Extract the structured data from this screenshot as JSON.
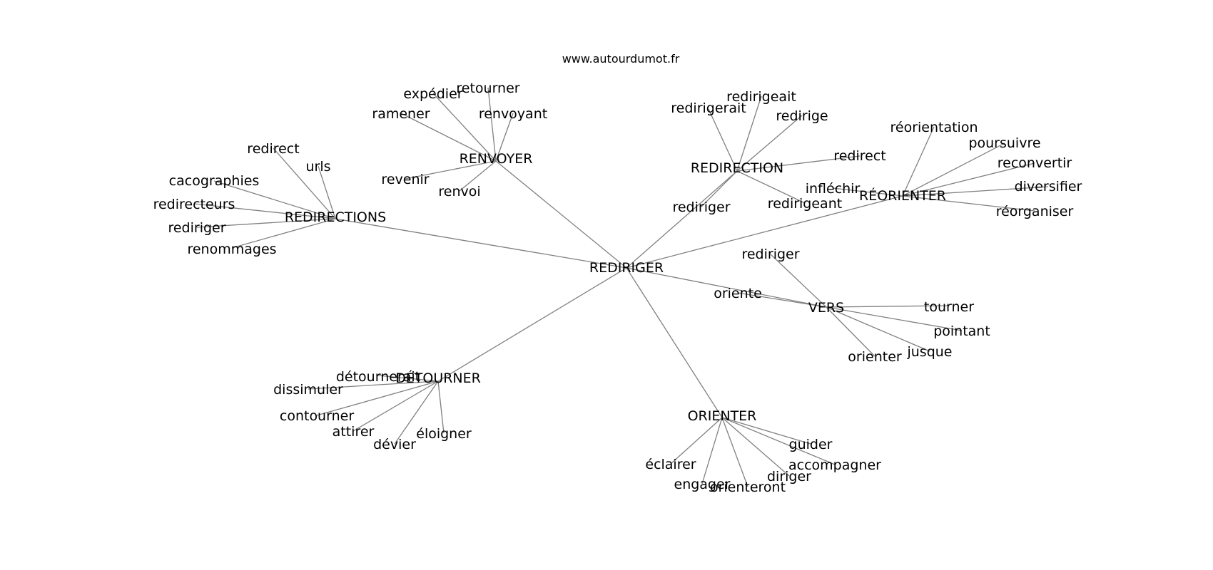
{
  "site": "www.autourdumot.fr",
  "center": "REDIRIGER",
  "edge_color": "#808080",
  "text_color": "#000000",
  "hubs": [
    {
      "id": "redirections",
      "label": "REDIRECTIONS",
      "leaves": [
        "redirect",
        "urls",
        "cacographies",
        "redirecteurs",
        "rediriger",
        "renommages"
      ]
    },
    {
      "id": "renvoyer",
      "label": "RENVOYER",
      "leaves": [
        "expédier",
        "retourner",
        "ramener",
        "renvoyant",
        "revenir",
        "renvoi"
      ]
    },
    {
      "id": "redirection",
      "label": "REDIRECTION",
      "leaves": [
        "redirigeait",
        "redirigerait",
        "redirige",
        "redirect",
        "rediriger",
        "redirigeant"
      ]
    },
    {
      "id": "reorienter",
      "label": "RÉORIENTER",
      "leaves": [
        "réorientation",
        "poursuivre",
        "reconvertir",
        "diversifier",
        "réorganiser",
        "infléchir"
      ]
    },
    {
      "id": "vers",
      "label": "VERS",
      "leaves": [
        "rediriger",
        "oriente",
        "tourner",
        "pointant",
        "jusque",
        "orienter"
      ]
    },
    {
      "id": "orienter",
      "label": "ORIENTER",
      "leaves": [
        "guider",
        "accompagner",
        "diriger",
        "éclairer",
        "engager",
        "orienteront"
      ]
    },
    {
      "id": "detourner",
      "label": "DÉTOURNER",
      "leaves": [
        "détournerait",
        "dissimuler",
        "contourner",
        "attirer",
        "dévier",
        "éloigner"
      ]
    }
  ]
}
